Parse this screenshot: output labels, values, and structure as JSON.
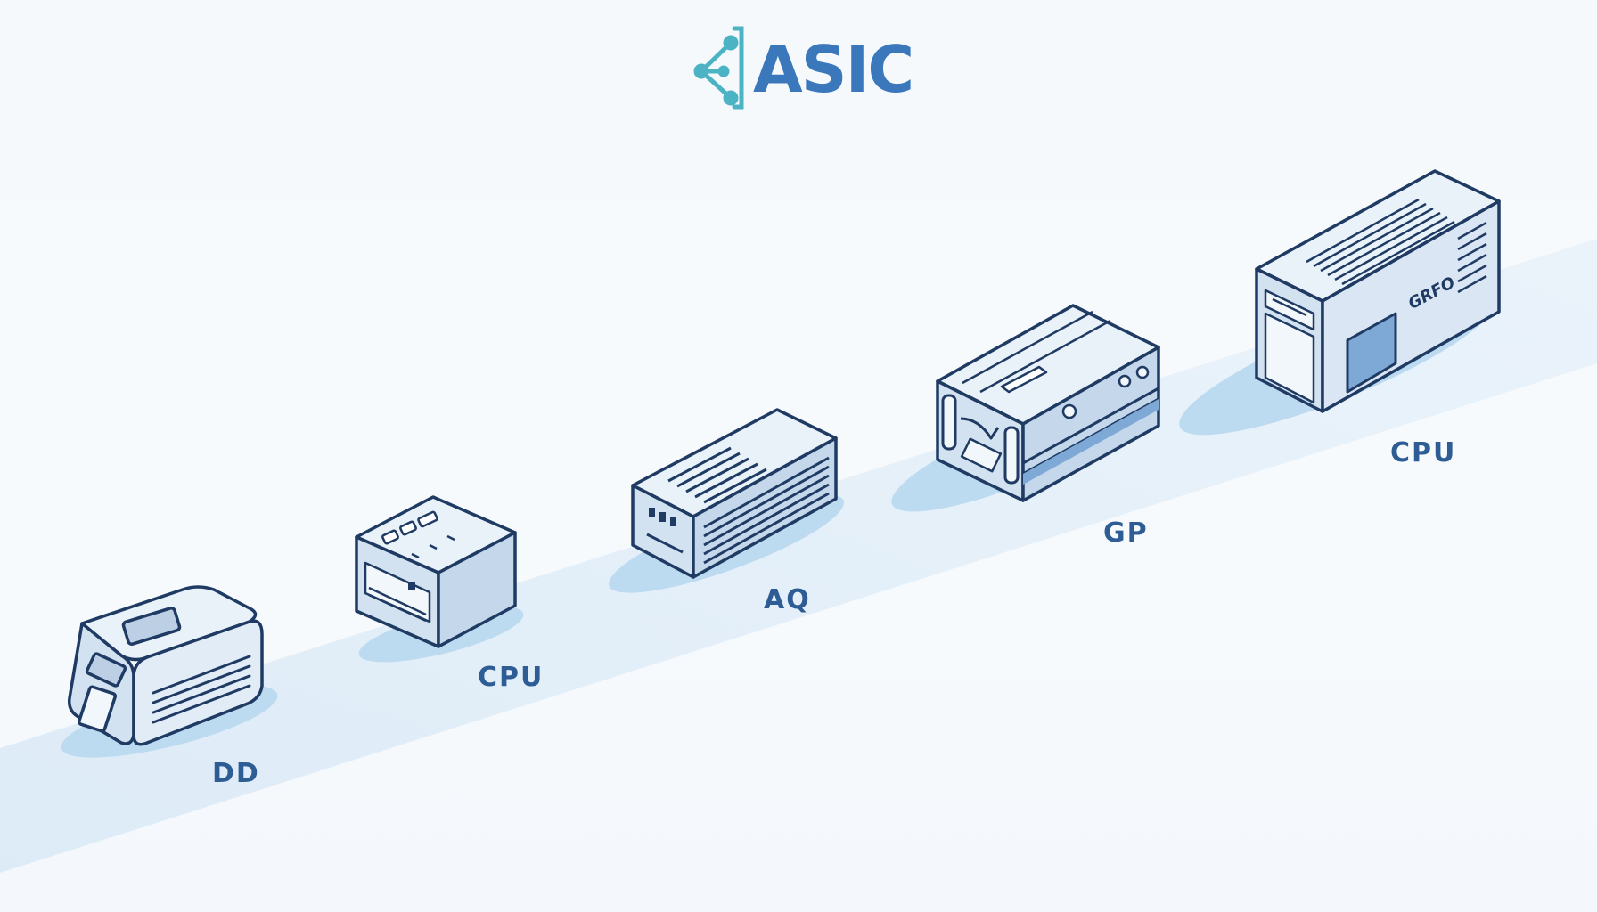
{
  "logo": {
    "text": "ASIC",
    "icon": "circuit-bracket-icon"
  },
  "colors": {
    "ink": "#1f3b63",
    "label": "#2e5c94",
    "logo_text": "#3a78bb",
    "logo_icon": "#4bb3c4",
    "face_light": "#e9f1f9",
    "face_mid": "#d3e2f1",
    "face_dark": "#bccfe4",
    "accent": "#7ea9d6",
    "band": "#dcebf7",
    "shadow": "#bcdaf0"
  },
  "devices": [
    {
      "id": "device-1",
      "label": "DD"
    },
    {
      "id": "device-2",
      "label": "CPU"
    },
    {
      "id": "device-3",
      "label": "AQ"
    },
    {
      "id": "device-4",
      "label": "GP"
    },
    {
      "id": "device-5",
      "label": "CPU"
    }
  ],
  "device_marks": {
    "tower_badge": "GRFO"
  }
}
